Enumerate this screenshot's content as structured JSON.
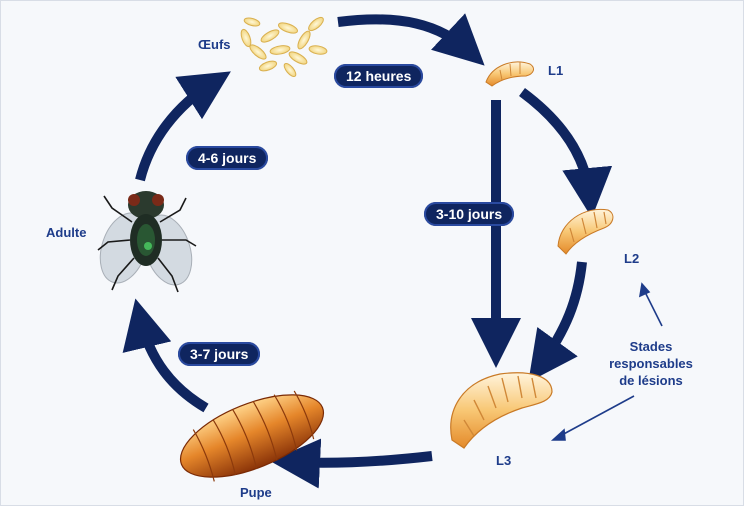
{
  "diagram": {
    "stages": {
      "eggs": "Œufs",
      "l1": "L1",
      "l2": "L2",
      "l3": "L3",
      "pupa": "Pupe",
      "adult": "Adulte"
    },
    "durations": {
      "eggs_to_l1": "12 heures",
      "l1_to_l3": "3-10 jours",
      "pupa_to_adult": "3-7 jours",
      "adult_to_eggs": "4-6 jours"
    },
    "annotation": {
      "line1": "Stades",
      "line2": "responsables",
      "line3": "de lésions"
    },
    "colors": {
      "arrow": "#0f255f",
      "label": "#1e3c8a",
      "larva": "#f4b65a",
      "pupa": "#e07a1e"
    }
  }
}
